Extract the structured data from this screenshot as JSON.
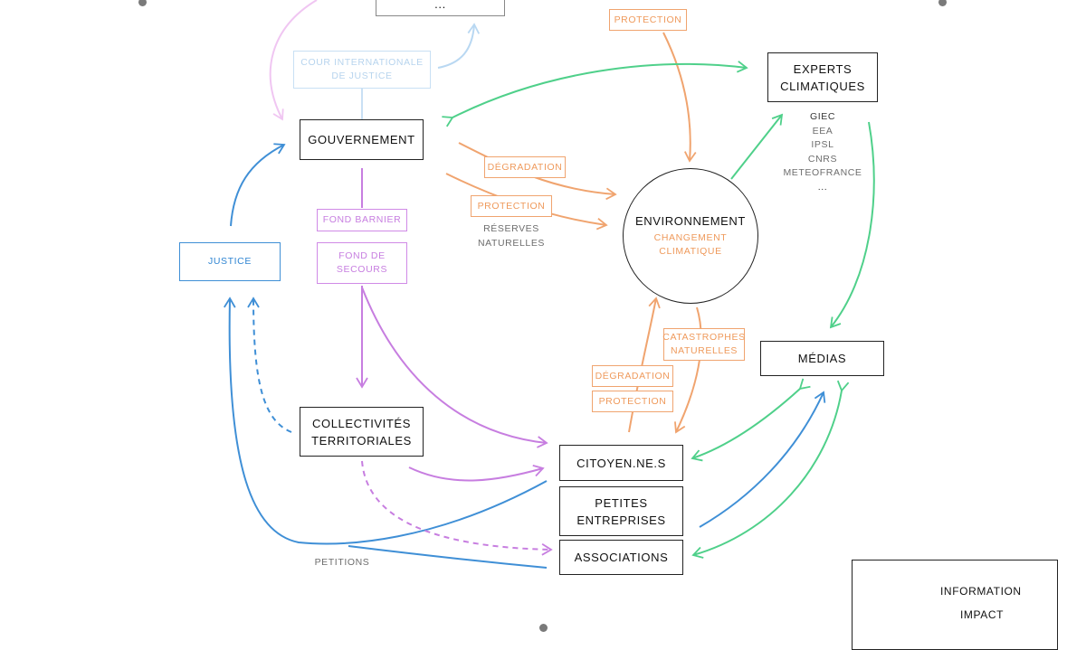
{
  "colors": {
    "information": "#4fd08a",
    "impact": "#f0a46f",
    "purple": "#c77ee0",
    "blue": "#3f8fd6",
    "faint_blue": "#c9e0f4",
    "faint_pink": "#f0d0f2"
  },
  "nodes": {
    "top_box": "...",
    "gouvernement": "GOUVERNEMENT",
    "experts": [
      "EXPERTS",
      "CLIMATIQUES"
    ],
    "environnement": "ENVIRONNEMENT",
    "medias": "MÉDIAS",
    "collectivites": [
      "COLLECTIVITÉS",
      "TERRITORIALES"
    ],
    "citoyens": "CITOYEN.NE.S",
    "petites_entreprises": [
      "PETITES",
      "ENTREPRISES"
    ],
    "associations": "ASSOCIATIONS"
  },
  "tags": {
    "protection_top": "PROTECTION",
    "cour_internationale": [
      "COUR INTERNATIONALE",
      "DE JUSTICE"
    ],
    "degradation_gov": "DÉGRADATION",
    "protection_gov": "PROTECTION",
    "fond_barnier": "FOND BARNIER",
    "fond_secours": [
      "FOND DE",
      "SECOURS"
    ],
    "justice": "JUSTICE",
    "catastrophes": [
      "CATASTROPHES",
      "NATURELLES"
    ],
    "degradation_low": "DÉGRADATION",
    "protection_low": "PROTECTION"
  },
  "notes": {
    "changement_climatique": [
      "CHANGEMENT",
      "CLIMATIQUE"
    ],
    "reserves_naturelles": [
      "RÉSERVES",
      "NATURELLES"
    ],
    "experts_list": [
      "GIEC",
      "EEA",
      "IPSL",
      "CNRS",
      "METEOFRANCE",
      "..."
    ],
    "petitions": "PETITIONS"
  },
  "legend": {
    "information": "INFORMATION",
    "impact": "IMPACT"
  }
}
